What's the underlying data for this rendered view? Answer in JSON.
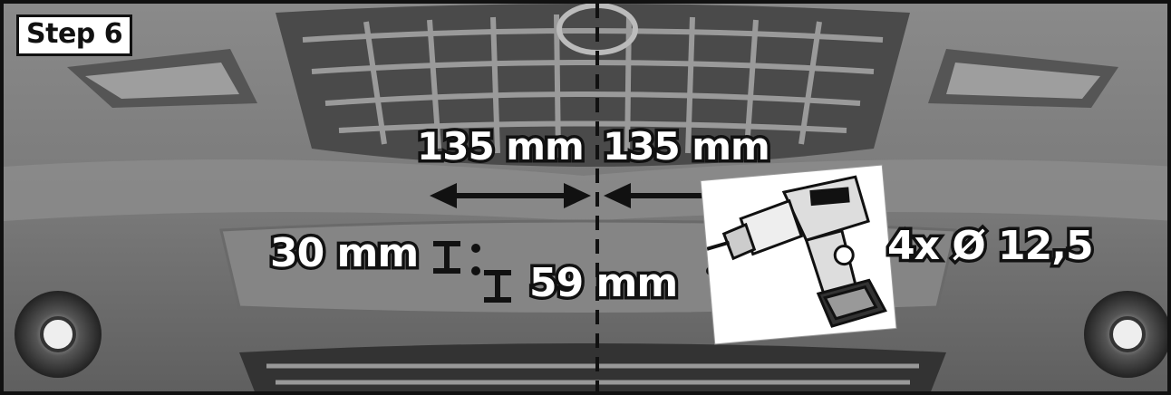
{
  "step_label": "Step 6",
  "labels": {
    "left_horizontal": "135 mm",
    "right_horizontal": "135 mm",
    "vertical_top": "30 mm",
    "vertical_bottom": "59 mm",
    "holes": "4x Ø 12,5"
  },
  "icons": {
    "drill": "power-drill-icon",
    "arrows": "double-arrow-icon",
    "centerline": "dashed-centerline"
  },
  "colors": {
    "label_fill": "#ffffff",
    "label_outline": "#111111",
    "photo_gray": "#7d7d7d"
  }
}
